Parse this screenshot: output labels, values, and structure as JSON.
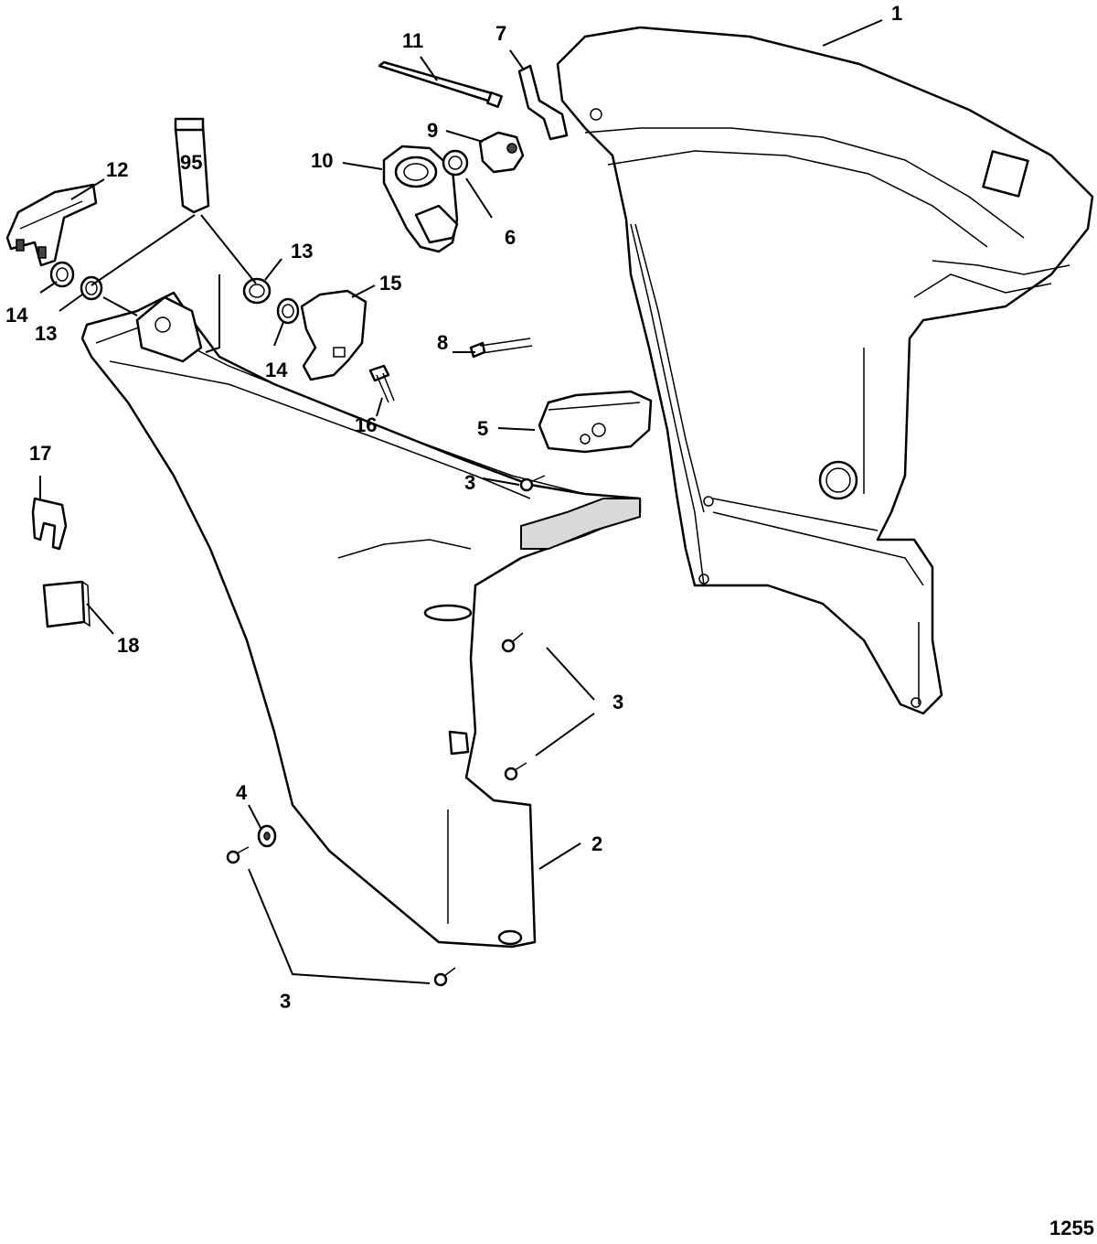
{
  "diagram": {
    "figure_number": "1255",
    "tube_label": "95",
    "callouts": [
      {
        "id": "c1",
        "label": "1"
      },
      {
        "id": "c2",
        "label": "2"
      },
      {
        "id": "c3a",
        "label": "3"
      },
      {
        "id": "c3b",
        "label": "3"
      },
      {
        "id": "c3c",
        "label": "3"
      },
      {
        "id": "c4",
        "label": "4"
      },
      {
        "id": "c5",
        "label": "5"
      },
      {
        "id": "c6",
        "label": "6"
      },
      {
        "id": "c7",
        "label": "7"
      },
      {
        "id": "c8",
        "label": "8"
      },
      {
        "id": "c9",
        "label": "9"
      },
      {
        "id": "c10",
        "label": "10"
      },
      {
        "id": "c11",
        "label": "11"
      },
      {
        "id": "c12",
        "label": "12"
      },
      {
        "id": "c13a",
        "label": "13"
      },
      {
        "id": "c13b",
        "label": "13"
      },
      {
        "id": "c14a",
        "label": "14"
      },
      {
        "id": "c14b",
        "label": "14"
      },
      {
        "id": "c15",
        "label": "15"
      },
      {
        "id": "c16",
        "label": "16"
      },
      {
        "id": "c17",
        "label": "17"
      },
      {
        "id": "c18",
        "label": "18"
      }
    ]
  }
}
